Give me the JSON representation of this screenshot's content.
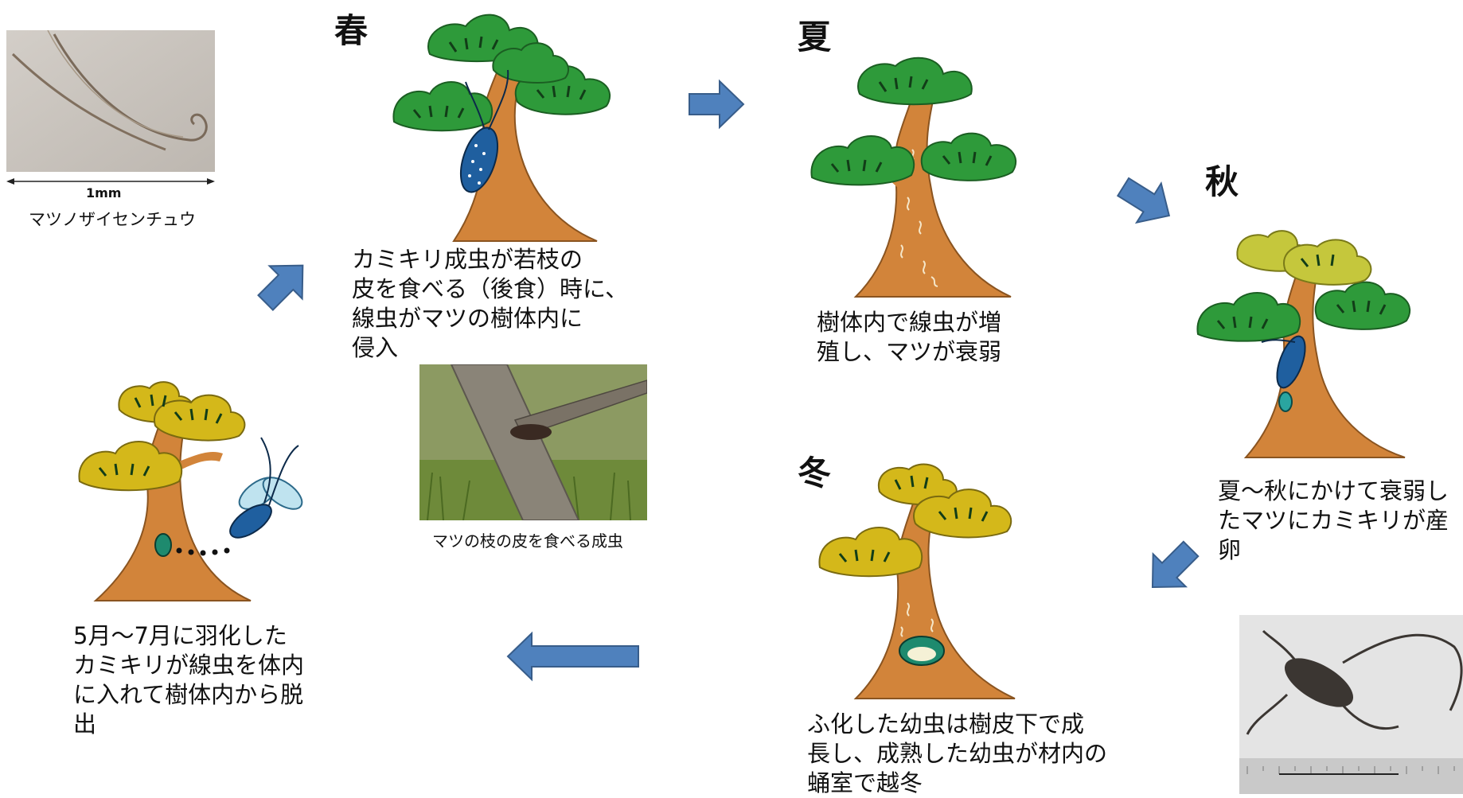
{
  "seasons": {
    "spring": "春",
    "summer": "夏",
    "autumn": "秋",
    "winter": "冬"
  },
  "nematode": {
    "scale_label": "1mm",
    "caption": "マツノザイセンチュウ"
  },
  "descriptions": {
    "spring": "カミキリ成虫が若枝の\n皮を食べる（後食）時に、\n線虫がマツの樹体内に\n侵入",
    "summer": "樹体内で線虫が増\n殖し、マツが衰弱",
    "autumn": "夏～秋にかけて衰弱し\nたマツにカミキリが産\n卵",
    "winter": "ふ化した幼虫は樹皮下で成\n長し、成熟した幼虫が材内の\n蛹室で越冬",
    "emergence": "5月～7月に羽化した\nカミキリが線虫を体内\nに入れて樹体内から脱\n出"
  },
  "photo_captions": {
    "branch": "マツの枝の皮を食べる成虫"
  },
  "colors": {
    "arrow_fill": "#4f81bd",
    "arrow_stroke": "#385d8a",
    "trunk": "#d2843a",
    "foliage_green": "#2e9a3a",
    "foliage_yellow": "#d4b81a",
    "beetle": "#1f5f9f"
  },
  "icons": [
    "nematode-photo",
    "pine-tree-icon",
    "beetle-icon",
    "cycle-arrow-icon",
    "beetle-photo",
    "branch-photo"
  ]
}
